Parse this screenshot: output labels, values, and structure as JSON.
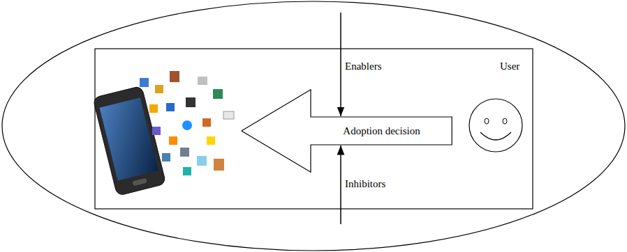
{
  "diagram": {
    "nodes": [
      {
        "text": [
          "Adoption decision"
        ]
      }
    ],
    "labels": [
      "Enablers",
      "Inhibitors",
      "User"
    ]
  }
}
